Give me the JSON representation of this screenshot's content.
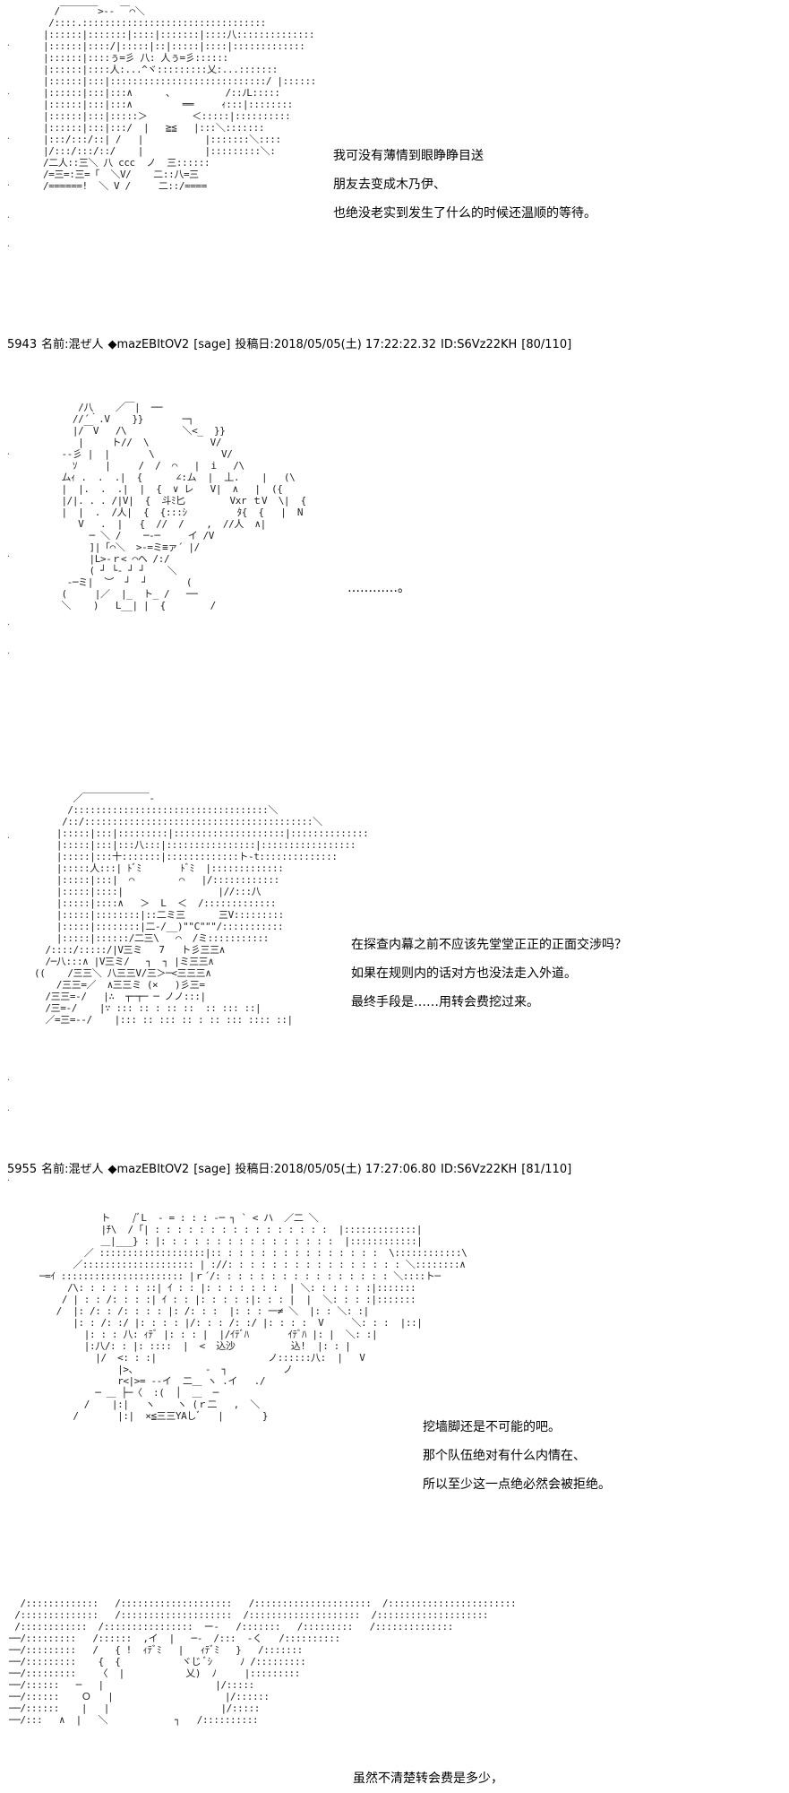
{
  "panels": [
    {
      "art": "  /￣￣￣￣>-‐ ￣⌒＼\n /::::.:::::::::::::::::::::::::::::::::\n|::::::|:::::::|::::|:::::::|::::八::::::::::::::\n|::::::|::::/|:::::|::|:::::|::::|:::::::::::::\n|::::::|::::ぅ=彡 八: 人ぅ=彡::::::\n|::::::|::::人:...^ヾ:::::::::乂:...:::::::\n|::::::|:::|::::::::::::::::::::::::::::/ |::::::\n|::::::|:::|:::∧      、         /::ﾉL:::::\n|::::::|:::|:::∧         ══     ｨ:::|::::::::\n|::::::|:::|:::::＞        ＜:::::|::::::::::\n|::::::|:::|:::/  |   ≧≦   |:::＼:::::::\n|:::/:::/::| /   |           |:::::::＼::::\n|/:::/:::/::/    |           |:::::::::＼:\n/二人::三＼ 八 ccc  ノ  三::::::\n/=三=:三=「  ＼V/    二::八=三\n/======!  ＼ V /     二::/====",
      "lines": [
        "我可没有薄情到眼睁睁目送",
        "朋友去变成木乃伊、",
        "也绝没老实到发生了什么的时候还温顺的等待。"
      ]
    },
    {
      "art": "     /八    ／￣|  ──\n    //´｀.V    }}       ─┐\n    |/￣V   /\\          ＼<_  }}\n     |     ト//  \\           V/\n  -‐彡 |  |       \\            V/\n    ｿ     |     /  /  ⌒   |  i   /\\\n  ムｨ .  .  .|  {      ∠:ム  |  丄.    |   (\\\n  |  |.  .  .|  |  {  ∨ レ   V|  ∧   |  ({\n  |/|. . . /|V|  {  斗ﾐ匕        Vxr ｔV  \\|  {\n  |  |  .  /人|  {  {:::ｼ         ﾀ{  {   |  N\n     V   .  |   {  //  /    ,  //人  ∧|\n       ─ ＼ /    ─‐─     イ /V\n       ]|「⌒＼  >‐=ミ≡ァ´ |/\n       |L>‐ｒ< ⌒ヘ /:/\n       ( ┘ └‐ ┘ ┘    ＼\n   -─ミ|  ︶  ┘  ┘       (\n  (     |／  |_  ト_ /   ──\n  ＼    )   L__| |  {        /",
      "lines": [
        "…………。"
      ]
    },
    {
      "art": "       ／￣￣￣￣￣￣￣-\n      /:::::::::::::::::::::::::::::::::::＼\n     /::/:::::::::::::::::::::::::::::::::::::::::＼\n    |:::::|:::|:::::::::|::::::::::::::::::::|::::::::::::::\n    |:::::|:::|:::八:::|::::::::::::::::|:::::::::::::::::\n    |:::::|:::十:::::::|:::::::::::::ト-t::::::::::::::\n    |:::::人:::| ﾄﾞﾐ       ﾄﾞﾐ  |:::::::::::::\n    |:::::|:::|  ⌒        ⌒   |/::::::::::::\n    |:::::|::::|                 |//:::八\n    |:::::|::::∧   ＞  L  ＜  /:::::::::::::\n    |:::::|::::::::|::二ミ三      三V:::::::::\n    |:::::|::::::::|二-/__)\"\"C\"\"\"/:::::::::::\n    |:::::|::::::/二三\\   ⌒  /ミ:::::::::::\n  /::::/:::::/|V三ミ   7   ト彡三三∧\n  /─八:::∧ |V三ミ/   ┐  ┐ |ミ三三∧\n((    /三三＼ 八三三V/三＞─<三三三∧\n    /三三=／  ∧三三ミ (×   )彡三=\n  /三三=-/   |∴  ┬─┬─ ─ ノノ:::|\n  /三=-/    |∵ ::: :: : :: ::  :: ::: ::|\n  ／=三=--/    |::: :: ::: :: : :: ::: :::: ::|",
      "lines": [
        "在探查内幕之前不应该先堂堂正正的正面交涉吗？",
        "如果在规则内的话对方也没法走入外道。",
        "最终手段是……用转会费挖过来。"
      ]
    },
    {
      "art": "           ト    /ﾞL  - = : : : ‐─ ┐ ` < ハ  ／二 ＼\n           |ﾁ\\  / ｢| : : : : : : : : : : : : : : : :  |:::::::::::::|\n           ＿|___} : |: : : : : : : : : : : : : : : :  |::::::::::::|\n        ／ :::::::::::::::::::|:: : : : : : : : : : : : : : :  \\::::::::::::\\\n      ／:::::::::::::::::::: | ://: : : : : : : : : : : : : : : : ＼::::::::∧\n─=ｲ :::::::::::::::::::::: |ｒ´/: : : : : : : : : : : : : : : : ＼::::ト─\n     /\\: : : : : : ::| ｲ : : |: : : : : : :  | ＼: : : : : :|:::::::\n    / | : : /: : : :| ｲ : : |: : : : :|: : : |  |  ＼: : : :|:::::::\n   /  |: /: : /: : : : |: /: : :  |: : : 一≠ ＼  |: : ＼: :|\n      |: : /: :/ |: : : : |/: : : /: :/ |: : : :  V     ＼: : :  |::|\n        |: : : 八: ｨﾃﾞ |: : : |  |/ｲﾃﾞﾊ       ｲﾃﾞﾊ |: |  ＼: :|\n        |:八/: : |: ::::  |  <  込沙          込!  |: : |\n          |/  <: : :|                    ノ::::::八:  |   V\n              |>、            ‐  ┐          ノ\n              r<|>= -‐イ  二＿ ヽ .イ   ./\n          ─ ＿ ├─〈  :(  │  ＿  ─\n        /    |:|   ヽ    ヽ (ｒ二   ,  ＼\n      /       |:|  ×≦三三YAしﾞ   |       }",
      "lines": [
        "挖墙脚还是不可能的吧。",
        "那个队伍绝对有什么内情在、",
        "所以至少这一点绝必然会被拒绝。"
      ]
    },
    {
      "art": "  /:::::::::::::   /::::::::::::::::::::   /:::::::::::::::::::::  /:::::::::::::::::::::::\n /::::::::::::::   /::::::::::::::::::::  /::::::::::::::::::::  /::::::::::::::::::::\n /::::::::::::  /::::::::::::::::  ー-   /:::::::   /:::::::::   /::::::::::::::\n──/:::::::::   /::::::  ,イ  |   ─‐  /:::  ‐く   /::::::::::\n──/:::::::::   /   { !  ｨﾃﾞﾐ   |   ｨﾃﾞﾐ   }   /:::::::\n──/:::::::::    {  {           ヾじ ﾞｼ     ﾉ /:::::::::\n──/:::::::::    〈  |           乂)  ﾉ     |:::::::::\n──/::::::   ─   |                    |/:::::\n──/::::::    Ｏ   |                    |/::::::\n──/::::::    |   |                    |/:::::\n──/:::   ∧  |   ＼            ┐   /::::::::::",
      "lines": [
        "虽然不清楚转会费是多少，"
      ]
    }
  ],
  "posts": [
    {
      "number": "5943",
      "name_label": "名前:",
      "name": "混ぜ人",
      "trip": "◆mazEBItOV2",
      "mail": "[sage]",
      "date_label": "投稿日:",
      "date": "2018/05/05(土) 17:22:22.32",
      "id": "ID:S6Vz22KH",
      "count": "[80/110]"
    },
    {
      "number": "5955",
      "name_label": "名前:",
      "name": "混ぜ人",
      "trip": "◆mazEBItOV2",
      "mail": "[sage]",
      "date_label": "投稿日:",
      "date": "2018/05/05(土) 17:27:06.80",
      "id": "ID:S6Vz22KH",
      "count": "[81/110]"
    }
  ],
  "marker": "."
}
